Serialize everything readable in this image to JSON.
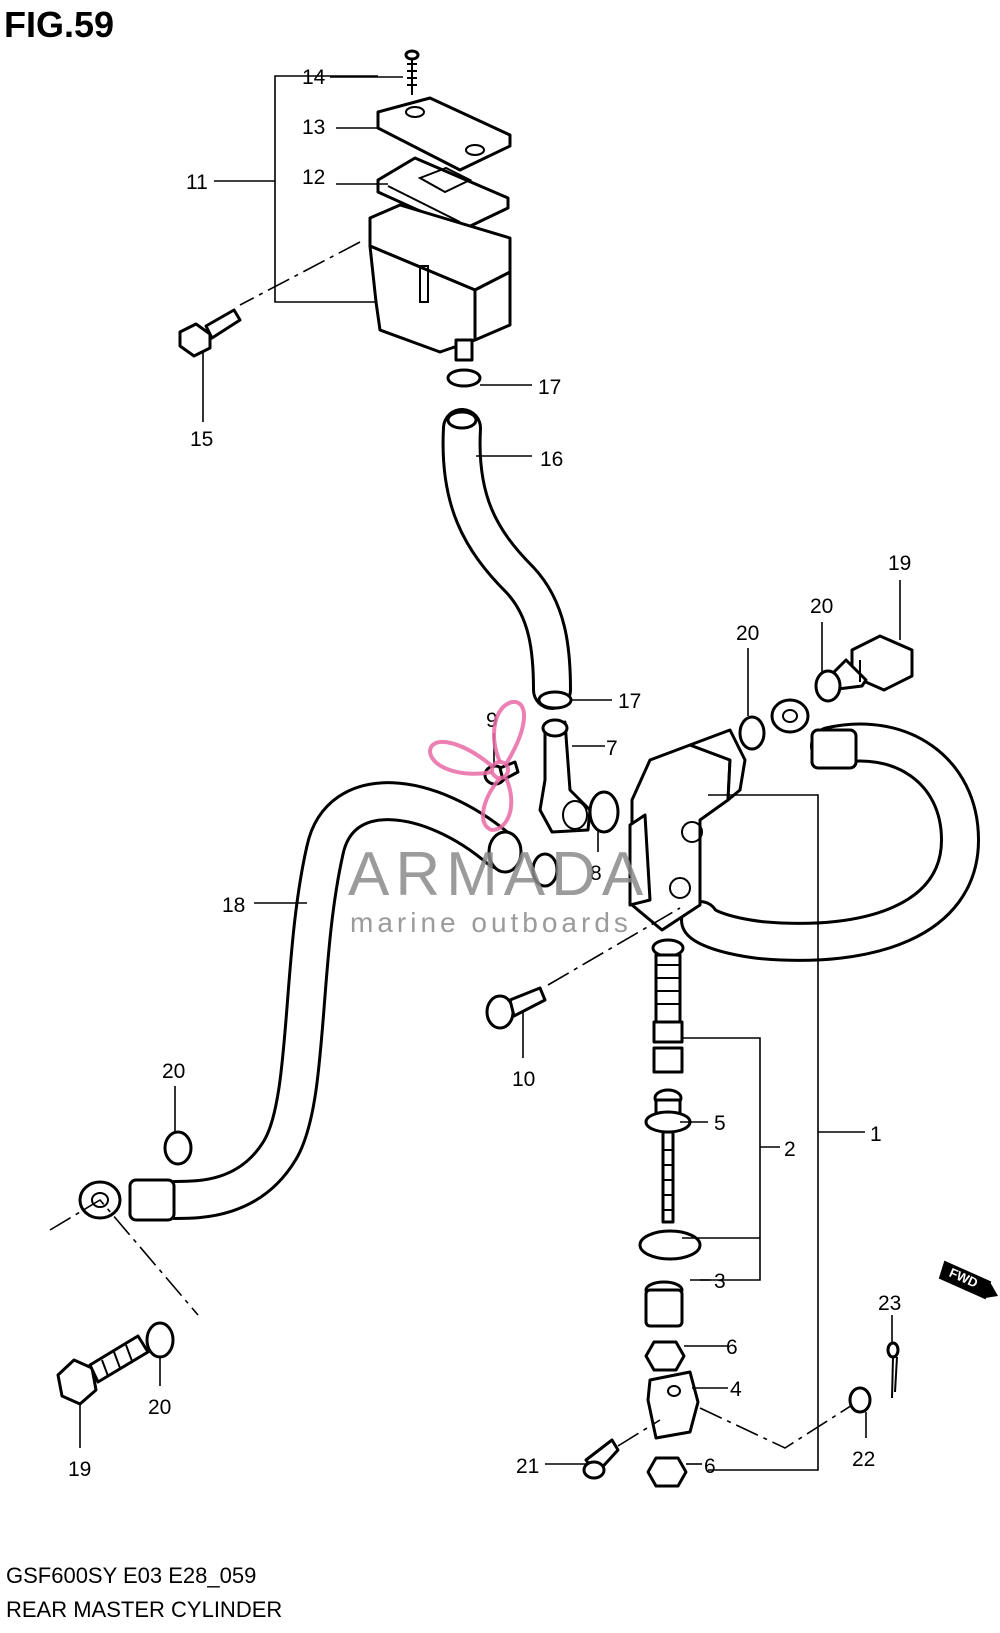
{
  "figure": {
    "title": "FIG.59",
    "model_code": "GSF600SY E03 E28_059",
    "name": "REAR MASTER CYLINDER"
  },
  "watermark": {
    "brand": "ARMADA",
    "tagline": "marine outboards",
    "accent_color": "#e96aa6",
    "icon": "propeller-icon"
  },
  "direction_badge": "FWD",
  "callouts": {
    "p1": "1",
    "p2": "2",
    "p3": "3",
    "p4": "4",
    "p5": "5",
    "p6a": "6",
    "p6b": "6",
    "p7": "7",
    "p8": "8",
    "p9": "9",
    "p10": "10",
    "p11": "11",
    "p12": "12",
    "p13": "13",
    "p14": "14",
    "p15": "15",
    "p16": "16",
    "p17a": "17",
    "p17b": "17",
    "p18": "18",
    "p19a": "19",
    "p19b": "19",
    "p20a": "20",
    "p20b": "20",
    "p20c": "20",
    "p20d": "20",
    "p21": "21",
    "p22": "22",
    "p23": "23"
  }
}
